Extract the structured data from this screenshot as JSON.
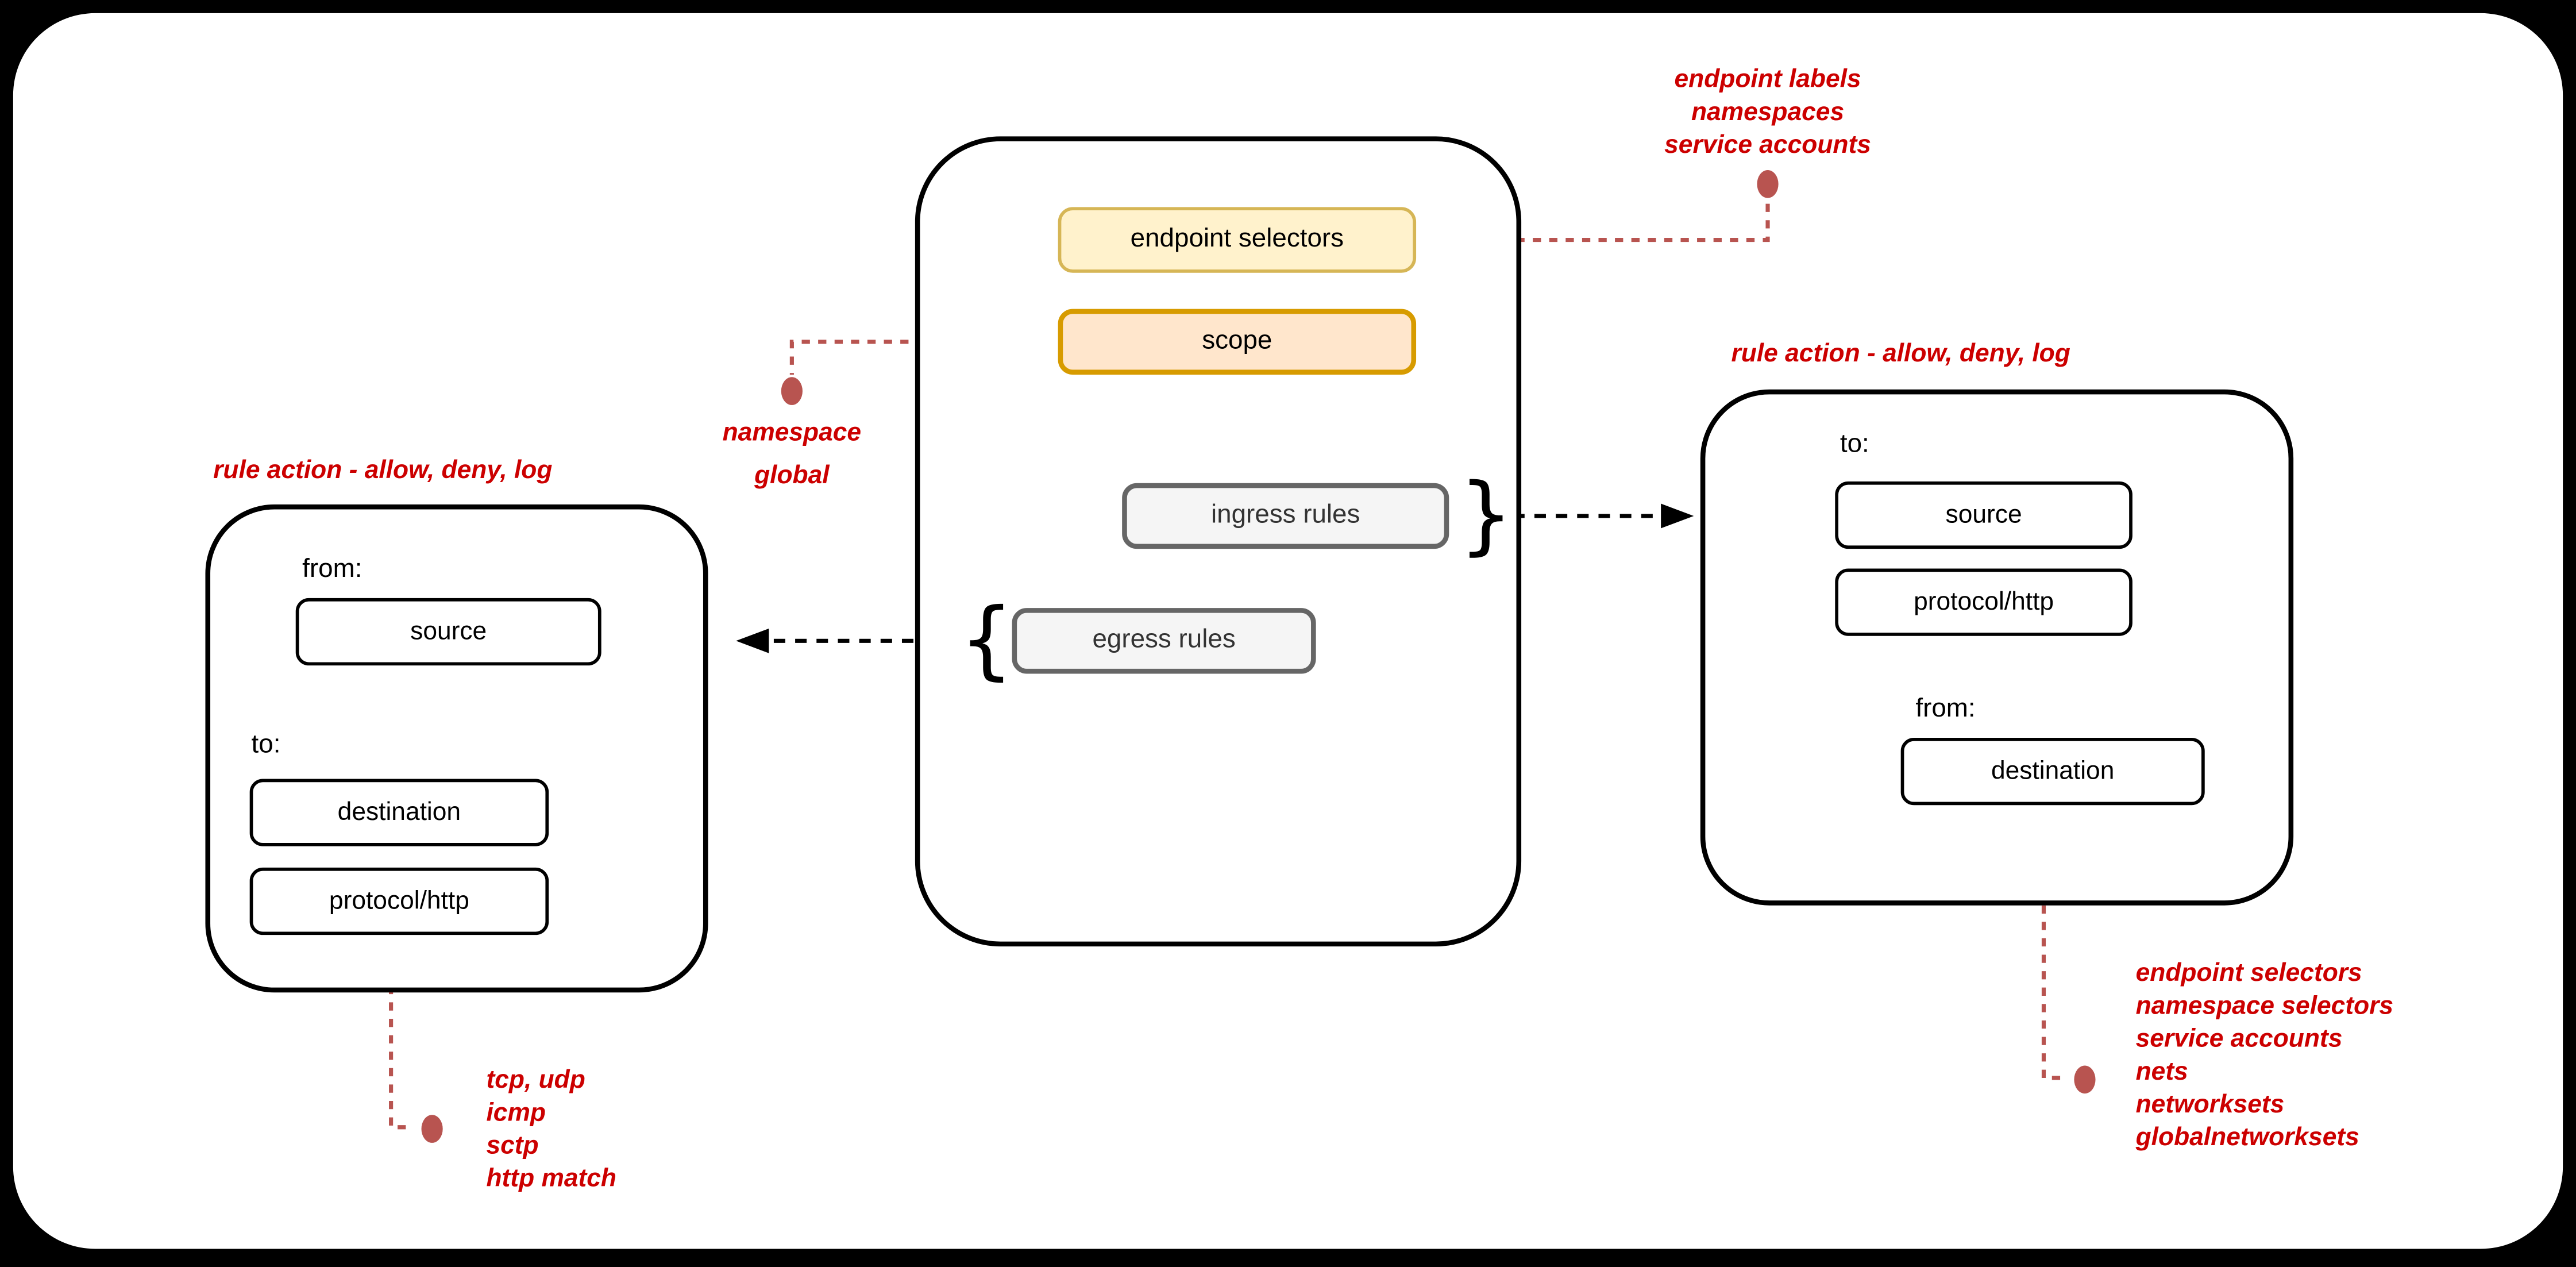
{
  "colors": {
    "red_text": "#CC0000",
    "connector": "#B85450",
    "yellow_fill": "#FFF2CC",
    "yellow_stroke": "#D6B656",
    "orange_fill": "#FFE6CC",
    "orange_stroke": "#D79B00",
    "gray_fill": "#F5F5F5",
    "gray_stroke": "#666666"
  },
  "center": {
    "endpoint_selectors": "endpoint selectors",
    "scope": "scope",
    "ingress_rules": "ingress rules",
    "egress_rules": "egress rules"
  },
  "braces": {
    "open": "{",
    "close": "}"
  },
  "left_box": {
    "title": "rule action - allow, deny, log",
    "from_label": "from:",
    "source": "source",
    "to_label": "to:",
    "destination": "destination",
    "protocol": "protocol/http"
  },
  "right_box": {
    "title": "rule action - allow, deny, log",
    "to_label": "to:",
    "source": "source",
    "protocol": "protocol/http",
    "from_label": "from:",
    "destination": "destination"
  },
  "notes": {
    "endpoint": [
      "endpoint labels",
      "namespaces",
      "service accounts"
    ],
    "scope": [
      "namespace",
      "global"
    ],
    "protocol": [
      "tcp, udp",
      "icmp",
      "sctp",
      "http match"
    ],
    "destination": [
      "endpoint selectors",
      "namespace selectors",
      "service accounts",
      "nets",
      "networksets",
      "globalnetworksets"
    ]
  }
}
